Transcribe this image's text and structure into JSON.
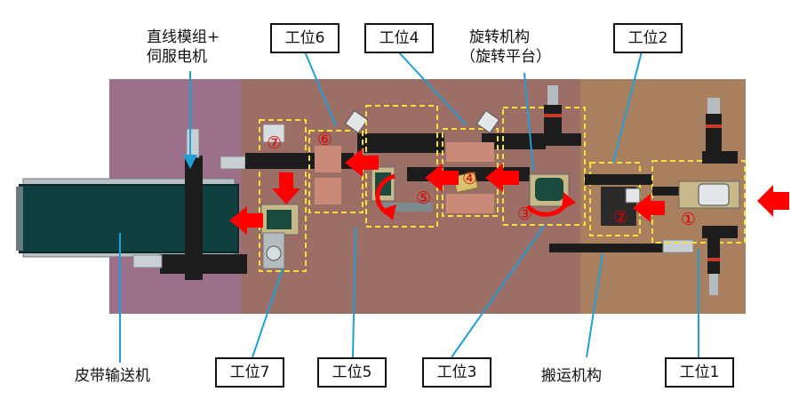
{
  "labels": {
    "module": [
      "直线模组+",
      "伺服电机"
    ],
    "rotary": [
      "旋转机构",
      "（旋转平台）"
    ],
    "station1": "工位1",
    "station2": "工位2",
    "station3": "工位3",
    "station4": "工位4",
    "station5": "工位5",
    "station6": "工位6",
    "station7": "工位7",
    "conveyor": "皮带输送机",
    "transfer": "搬运机构"
  },
  "step_markers": [
    "①",
    "②",
    "③",
    "④",
    "⑤",
    "⑥",
    "⑦"
  ],
  "colors": {
    "belt_zone": "#9c6f8b",
    "middle_zone": "#9b6e66",
    "right_zone": "#a8805f",
    "flow_arrow": "#ff0000",
    "dashed_outline": "#f3e23a",
    "leader_line": "#1f9fd8",
    "step_marker": "#e00000",
    "belt": "#0f3f3f"
  }
}
